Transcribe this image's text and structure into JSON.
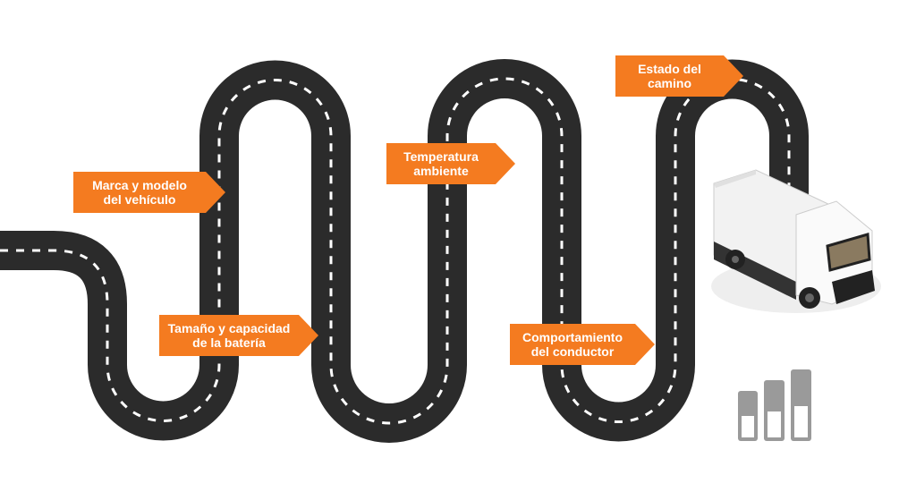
{
  "labels": [
    {
      "line1": "Marca y modelo",
      "line2": "del vehículo"
    },
    {
      "line1": "Tamaño y capacidad",
      "line2": "de la batería"
    },
    {
      "line1": "Temperatura",
      "line2": "ambiente"
    },
    {
      "line1": "Comportamiento",
      "line2": "del conductor"
    },
    {
      "line1": "Estado del",
      "line2": "camino"
    }
  ],
  "colors": {
    "accent": "#f47b20",
    "road": "#2b2b2b",
    "battery": "#9a9a9a"
  },
  "battery_levels": [
    0.35,
    0.4,
    0.5
  ]
}
